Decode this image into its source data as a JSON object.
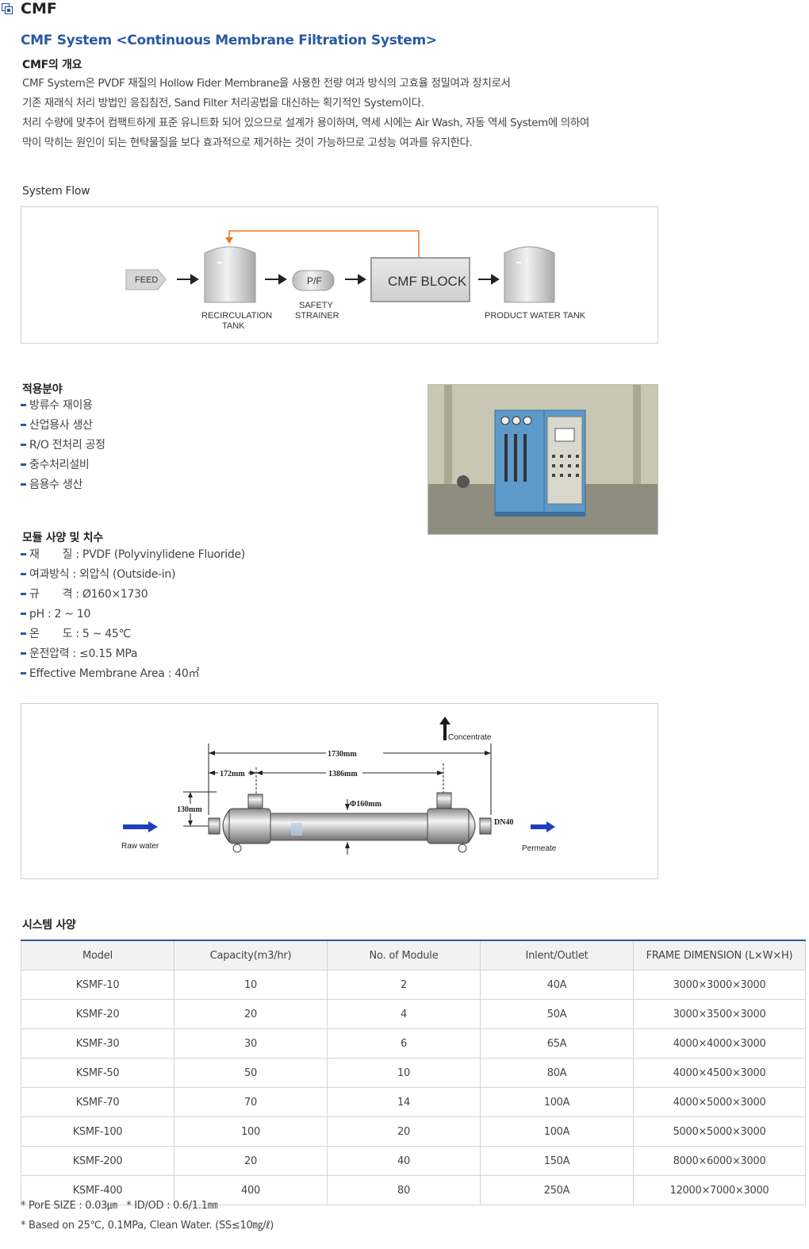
{
  "header": {
    "title": "CMF",
    "system_title": "CMF System <Continuous Membrane Filtration System>"
  },
  "overview": {
    "heading": "CMF의 개요",
    "lines": [
      "CMF System은 PVDF 재질의 Hollow Fider Membrane을 사용한 전량 여과 방식의 고효율 정밀여과 장치로서",
      "기존 재래식 처리 방법인 응집침전, Sand Filter 처리공법을 대신하는 획기적인 System이다.",
      "처리 수량에 맞추어 컴팩트하게 표준 유니트화 되어 있으므로 설계가 용이하며, 역세 시에는 Air Wash, 자동 역세 System에 의하여",
      "막이 막히는 원인이 되는 현탁물질을 보다 효과적으로 제거하는 것이 가능하므로 고성능 여과를 유지한다."
    ]
  },
  "flow": {
    "heading": "System Flow",
    "feed": "FEED",
    "recirc_1": "RECIRCULATION",
    "recirc_2": "TANK",
    "pf": "P/F",
    "safety_1": "SAFETY",
    "safety_2": "STRAINER",
    "cmf_block": "CMF BLOCK",
    "product": "PRODUCT WATER TANK"
  },
  "applications": {
    "heading": "적용분야",
    "items": [
      "방류수 재이용",
      "산업용사 생산",
      "R/O 전처리 공정",
      "중수처리설비",
      "음용수 생산"
    ]
  },
  "module": {
    "heading": "모듈 사양 및 치수",
    "items": [
      "재       질 : PVDF (Polyvinylidene Fluoride)",
      "여과방식 : 외압식 (Outside-in)",
      "규       격 : Ø160×1730",
      "pH : 2 ~ 10",
      "온       도 : 5 ~ 45℃",
      "운전압력 : ≤0.15 MPa",
      "Effective Membrane Area : 40㎡"
    ]
  },
  "module_diagram": {
    "concentrate": "Concentrate",
    "total_length": "1730mm",
    "left_len": "172mm",
    "mid_len": "1386mm",
    "height": "130mm",
    "diameter": "Φ160mm",
    "dn": "DN40",
    "raw_water": "Raw water",
    "permeate": "Permeate"
  },
  "spec": {
    "heading": "시스템 사양",
    "columns": [
      "Model",
      "Capacity(m3/hr)",
      "No. of Module",
      "Inlent/Outlet",
      "FRAME DIMENSION (L×W×H)"
    ],
    "rows": [
      [
        "KSMF-10",
        "10",
        "2",
        "40A",
        "3000×3000×3000"
      ],
      [
        "KSMF-20",
        "20",
        "4",
        "50A",
        "3000×3500×3000"
      ],
      [
        "KSMF-30",
        "30",
        "6",
        "65A",
        "4000×4000×3000"
      ],
      [
        "KSMF-50",
        "50",
        "10",
        "80A",
        "4000×4500×3000"
      ],
      [
        "KSMF-70",
        "70",
        "14",
        "100A",
        "4000×5000×3000"
      ],
      [
        "KSMF-100",
        "100",
        "20",
        "100A",
        "5000×5000×3000"
      ],
      [
        "KSMF-200",
        "20",
        "40",
        "150A",
        "8000×6000×3000"
      ],
      [
        "KSMF-400",
        "400",
        "80",
        "250A",
        "12000×7000×3000"
      ]
    ],
    "notes": [
      "* PorE SIZE : 0.03㎛   * ID/OD : 0.6/1.1㎜",
      "* Based on 25℃, 0.1MPa, Clean Water. (SS≤10㎎/ℓ)"
    ]
  }
}
